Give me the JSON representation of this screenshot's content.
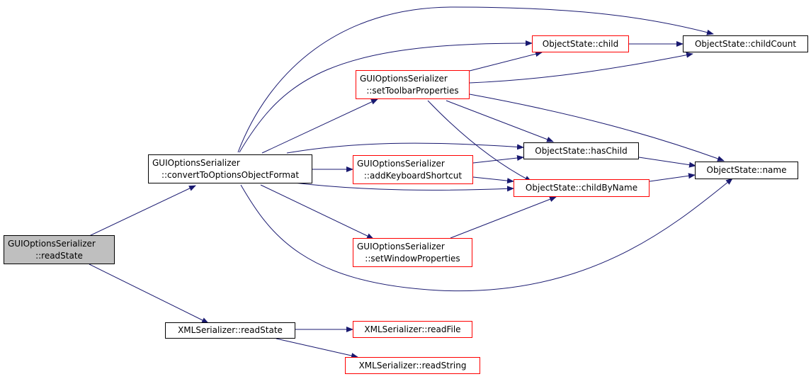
{
  "colors": {
    "edge": "#191970",
    "highlighted_node_fill": "#bfbfbf",
    "node_border": "#000000",
    "truncated_node_border": "#ff0000"
  },
  "nodes": {
    "gui_readstate": {
      "lines": [
        "GUIOptionsSerializer",
        "::readState"
      ]
    },
    "convert": {
      "lines": [
        "GUIOptionsSerializer",
        "::convertToOptionsObjectFormat"
      ]
    },
    "xml_readstate": {
      "lines": [
        "XMLSerializer::readState"
      ]
    },
    "set_toolbar": {
      "lines": [
        "GUIOptionsSerializer",
        "::setToolbarProperties"
      ]
    },
    "add_shortcut": {
      "lines": [
        "GUIOptionsSerializer",
        "::addKeyboardShortcut"
      ]
    },
    "set_window": {
      "lines": [
        "GUIOptionsSerializer",
        "::setWindowProperties"
      ]
    },
    "read_file": {
      "lines": [
        "XMLSerializer::readFile"
      ]
    },
    "read_string": {
      "lines": [
        "XMLSerializer::readString"
      ]
    },
    "child": {
      "lines": [
        "ObjectState::child"
      ]
    },
    "has_child": {
      "lines": [
        "ObjectState::hasChild"
      ]
    },
    "child_by_name": {
      "lines": [
        "ObjectState::childByName"
      ]
    },
    "child_count": {
      "lines": [
        "ObjectState::childCount"
      ]
    },
    "name": {
      "lines": [
        "ObjectState::name"
      ]
    }
  }
}
